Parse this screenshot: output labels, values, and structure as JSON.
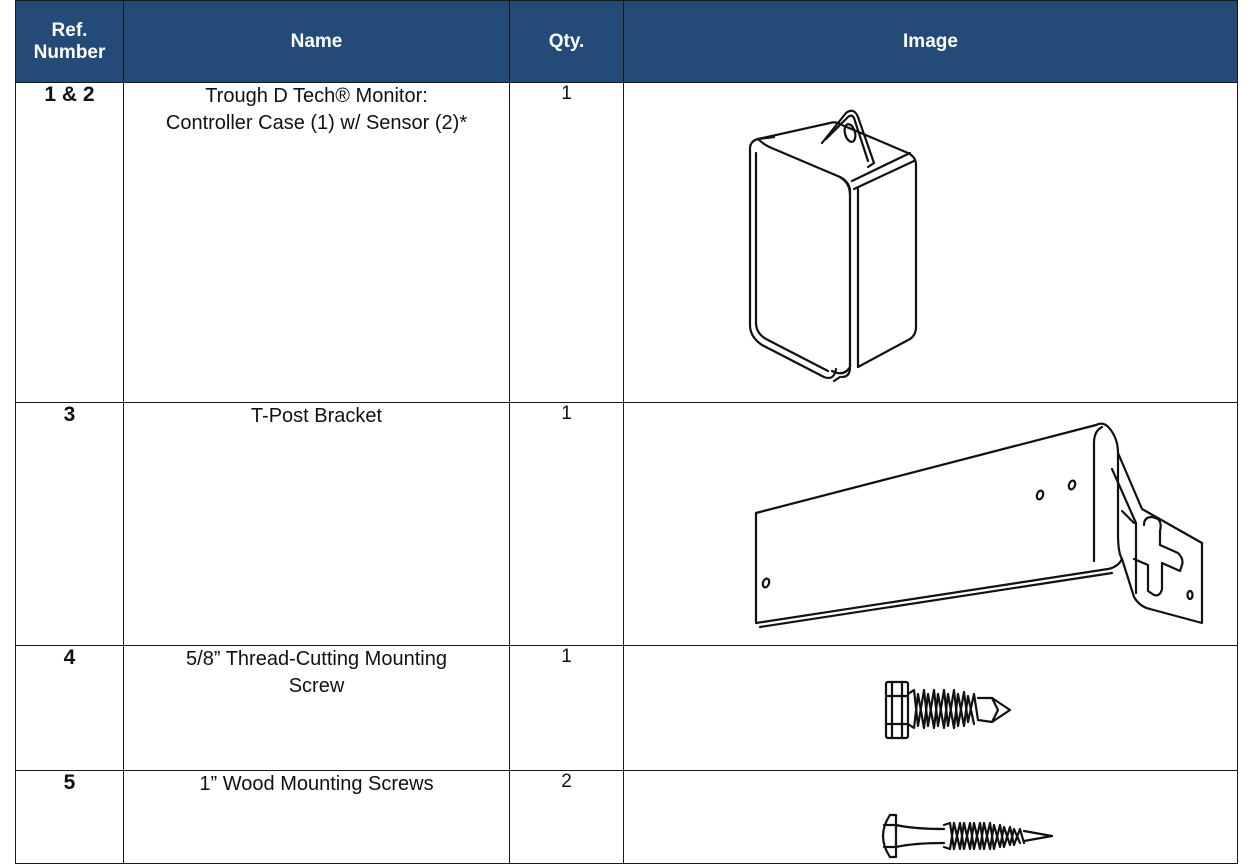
{
  "table": {
    "headers": {
      "ref": "Ref. Number",
      "name": "Name",
      "qty": "Qty.",
      "image": "Image"
    },
    "rows": [
      {
        "ref": "1 & 2",
        "name": "Trough D Tech® Monitor: Controller Case (1) w/ Sensor (2)*",
        "qty": "1",
        "image_icon": "controller-case-drawing"
      },
      {
        "ref": "3",
        "name": "T-Post Bracket",
        "qty": "1",
        "image_icon": "t-post-bracket-drawing"
      },
      {
        "ref": "4",
        "name": "5/8” Thread-Cutting Mounting Screw",
        "qty": "1",
        "image_icon": "thread-cutting-screw-drawing"
      },
      {
        "ref": "5",
        "name": "1” Wood Mounting Screws",
        "qty": "2",
        "image_icon": "wood-screw-drawing"
      }
    ]
  },
  "colors": {
    "header_bg": "#244a78",
    "header_text": "#ffffff",
    "border": "#1a1a1a"
  }
}
